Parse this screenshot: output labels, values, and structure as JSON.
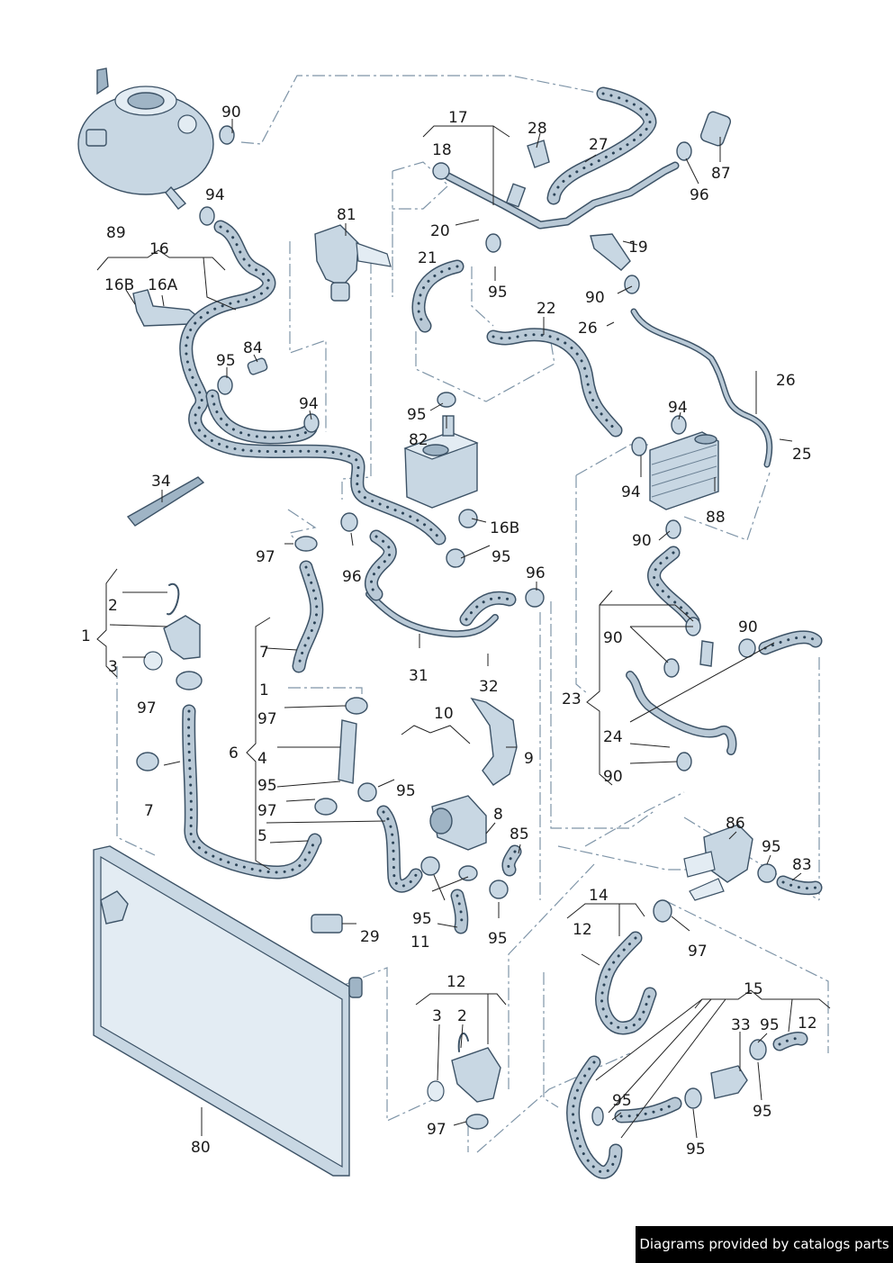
{
  "footer": {
    "credit": "Diagrams provided by catalogs parts"
  },
  "callouts": [
    "90",
    "94",
    "89",
    "16",
    "16B",
    "16A",
    "95",
    "84",
    "94",
    "34",
    "81",
    "17",
    "18",
    "20",
    "21",
    "28",
    "27",
    "19",
    "87",
    "96",
    "95",
    "90",
    "26",
    "22",
    "26",
    "95",
    "82",
    "16B",
    "95",
    "94",
    "94",
    "25",
    "88",
    "90",
    "97",
    "96",
    "95",
    "96",
    "1",
    "2",
    "3",
    "97",
    "7",
    "7",
    "1",
    "97",
    "6",
    "4",
    "95",
    "97",
    "5",
    "29",
    "31",
    "32",
    "10",
    "9",
    "95",
    "8",
    "85",
    "95",
    "11",
    "95",
    "23",
    "90",
    "90",
    "24",
    "90",
    "86",
    "95",
    "83",
    "97",
    "14",
    "12",
    "12",
    "3",
    "2",
    "97",
    "80",
    "15",
    "33",
    "95",
    "12",
    "95",
    "95",
    "95"
  ]
}
